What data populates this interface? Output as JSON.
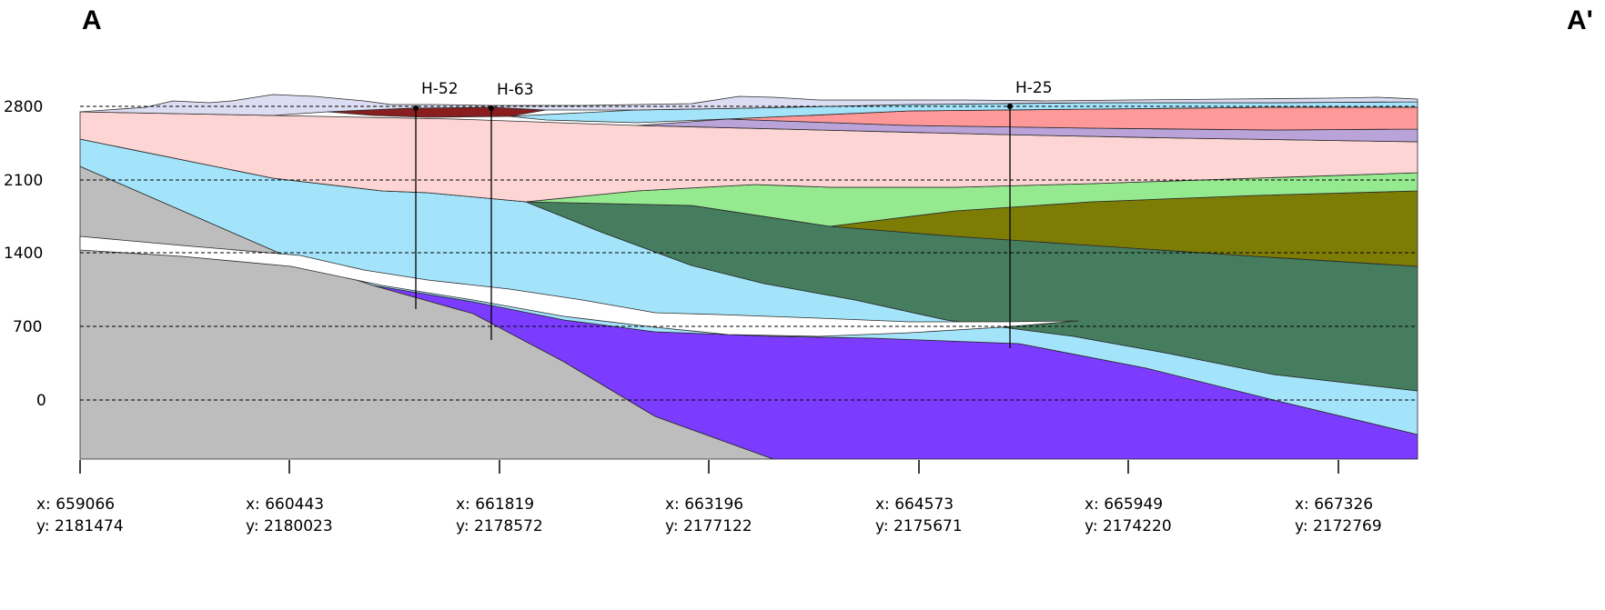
{
  "section": {
    "start_label": "A",
    "end_label": "A'"
  },
  "elevation_axis": {
    "ticks": [
      "2800",
      "2100",
      "1400",
      "700",
      "0"
    ]
  },
  "wells": [
    {
      "name": "H-52"
    },
    {
      "name": "H-63"
    },
    {
      "name": "H-25"
    }
  ],
  "coordinates": [
    {
      "x": "x: 659066",
      "y": "y: 2181474"
    },
    {
      "x": "x: 660443",
      "y": "y: 2180023"
    },
    {
      "x": "x: 661819",
      "y": "y: 2178572"
    },
    {
      "x": "x: 663196",
      "y": "y: 2177122"
    },
    {
      "x": "x: 664573",
      "y": "y: 2175671"
    },
    {
      "x": "x: 665949",
      "y": "y: 2174220"
    },
    {
      "x": "x: 667326",
      "y": "y: 2172769"
    }
  ],
  "colors": {
    "basement_gray": "#bdbdbd",
    "purple_unit": "#7b3cff",
    "light_blue_unit": "#a4e4fb",
    "dark_green_unit": "#467d5f",
    "light_green_unit": "#95e98f",
    "olive_unit": "#7d7d06",
    "pink_unit": "#fdd5d4",
    "salmon_unit": "#ff9898",
    "lavender_unit": "#b9a3d8",
    "surface_unit": "#dcdcf2",
    "dark_red_unit": "#8a1e1e",
    "white_lens": "#ffffff"
  }
}
